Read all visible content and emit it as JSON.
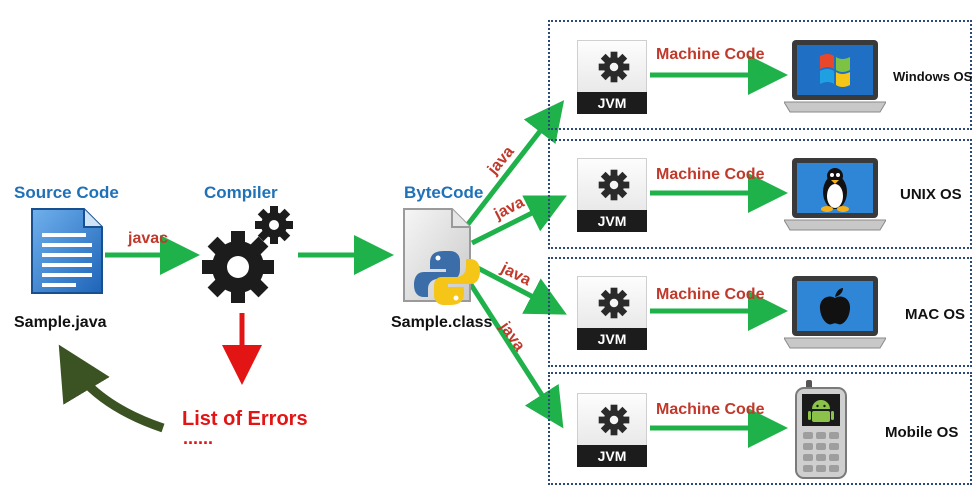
{
  "source": {
    "title": "Source Code",
    "file": "Sample.java"
  },
  "compiler": {
    "title": "Compiler",
    "command": "javac"
  },
  "errors": {
    "title": "List of Errors",
    "dots": "......"
  },
  "bytecode": {
    "title": "ByteCode",
    "file": "Sample.class"
  },
  "java_label": "java",
  "targets": [
    {
      "jvm": "JVM",
      "arrow_label": "Machine Code",
      "os": "Windows OS",
      "icon": "windows-logo-icon"
    },
    {
      "jvm": "JVM",
      "arrow_label": "Machine Code",
      "os": "UNIX OS",
      "icon": "tux-penguin-icon"
    },
    {
      "jvm": "JVM",
      "arrow_label": "Machine Code",
      "os": "MAC OS",
      "icon": "apple-logo-icon"
    },
    {
      "jvm": "JVM",
      "arrow_label": "Machine Code",
      "os": "Mobile OS",
      "icon": "android-phone-icon"
    }
  ],
  "colors": {
    "title_blue": "#1f72b8",
    "arrow_green": "#1fb14a",
    "label_red": "#c0392b",
    "error_red": "#e31414",
    "feedback_green": "#3b5323",
    "frame": "#2b4a7a"
  }
}
